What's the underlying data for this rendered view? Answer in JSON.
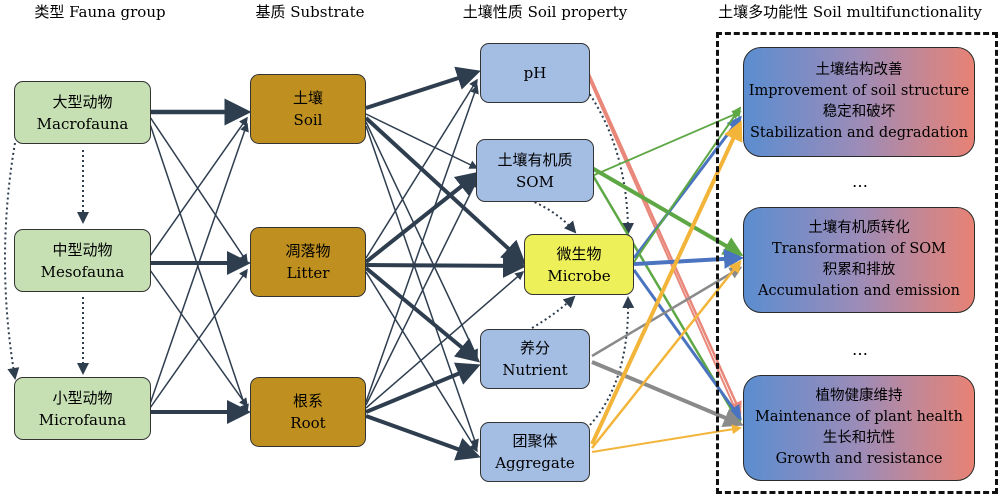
{
  "headers": {
    "fauna": "类型 Fauna group",
    "substrate": "基质 Substrate",
    "soil_property": "土壤性质 Soil property",
    "multifunctionality": "土壤多功能性 Soil multifunctionality"
  },
  "fauna": {
    "macro": {
      "zh": "大型动物",
      "en": "Macrofauna"
    },
    "meso": {
      "zh": "中型动物",
      "en": "Mesofauna"
    },
    "micro": {
      "zh": "小型动物",
      "en": "Microfauna"
    }
  },
  "substrate": {
    "soil": {
      "zh": "土壤",
      "en": "Soil"
    },
    "litter": {
      "zh": "凋落物",
      "en": "Litter"
    },
    "root": {
      "zh": "根系",
      "en": "Root"
    }
  },
  "soil_property": {
    "ph": {
      "en": "pH"
    },
    "som": {
      "zh": "土壤有机质",
      "en": "SOM"
    },
    "microbe": {
      "zh": "微生物",
      "en": "Microbe"
    },
    "nutrient": {
      "zh": "养分",
      "en": "Nutrient"
    },
    "aggregate": {
      "zh": "团聚体",
      "en": "Aggregate"
    }
  },
  "functions": {
    "structure": {
      "zh1": "土壤结构改善",
      "en1": "Improvement of soil structure",
      "zh2": "稳定和破坏",
      "en2": "Stabilization and degradation"
    },
    "som_transform": {
      "zh1": "土壤有机质转化",
      "en1": "Transformation of SOM",
      "zh2": "积累和排放",
      "en2": "Accumulation and emission"
    },
    "plant_health": {
      "zh1": "植物健康维持",
      "en1": "Maintenance of plant health",
      "zh2": "生长和抗性",
      "en2": "Growth and resistance"
    }
  },
  "ellipsis": "…",
  "colors": {
    "dark_link": "#2e3e4f",
    "blue": "#4a74c0",
    "red": "#e8877a",
    "green": "#5ea745",
    "orange": "#f3b43a",
    "gray": "#8a8a8a",
    "fauna_fill": "#c6e0b4",
    "substrate_fill": "#bf9020",
    "soil_property_fill": "#a4bde3",
    "microbe_fill": "#eef05a"
  }
}
